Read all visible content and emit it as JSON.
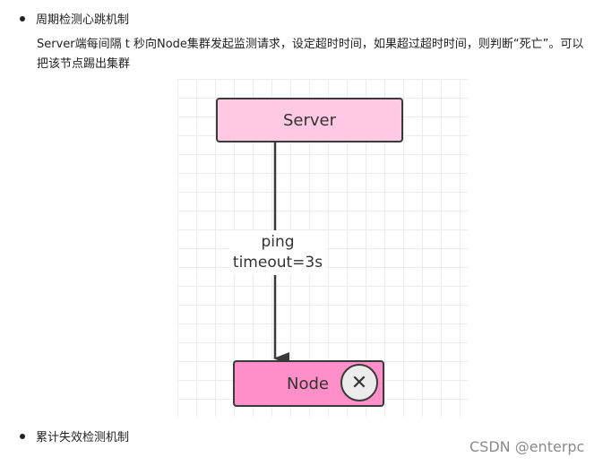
{
  "bullets": {
    "first": "周期检测心跳机制",
    "second": "累计失效检测机制"
  },
  "paragraph": "Server端每间隔 t 秒向Node集群发起监测请求，设定超时时间，如果超过超时时间，则判断“死亡”。可以把该节点踢出集群",
  "diagram": {
    "server_label": "Server",
    "node_label": "Node",
    "close_glyph": "✕",
    "edge_label_line1": "ping",
    "edge_label_line2": "timeout=3s",
    "colors": {
      "server_fill": "#ffc9e3",
      "node_fill": "#ff8fc8",
      "border": "#3a3a3a",
      "grid": "#ececec"
    }
  },
  "watermark": "CSDN @enterpc"
}
